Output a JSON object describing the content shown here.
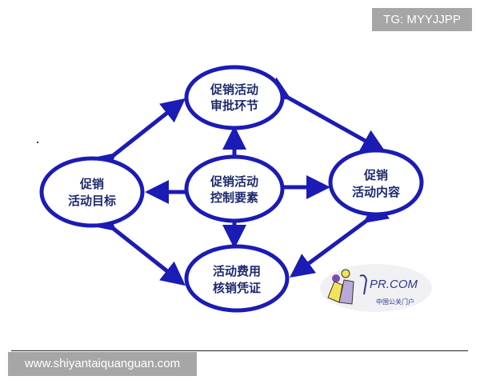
{
  "watermark_top": "TG: MYYJJPP",
  "watermark_bottom": "www.shiyantaiquanguan.com",
  "diagram": {
    "nodes": {
      "top": {
        "line1": "促销活动",
        "line2": "审批环节"
      },
      "left": {
        "line1": "促销",
        "line2": "活动目标"
      },
      "center": {
        "line1": "促销活动",
        "line2": "控制要素"
      },
      "right": {
        "line1": "促销",
        "line2": "活动内容"
      },
      "bottom": {
        "line1": "活动费用",
        "line2": "核销凭证"
      }
    },
    "logo": {
      "brand": "PR.COM",
      "subtitle": "中国公关门户"
    },
    "colors": {
      "stroke": "#1b1bb5",
      "text": "#1c2a6e"
    }
  }
}
